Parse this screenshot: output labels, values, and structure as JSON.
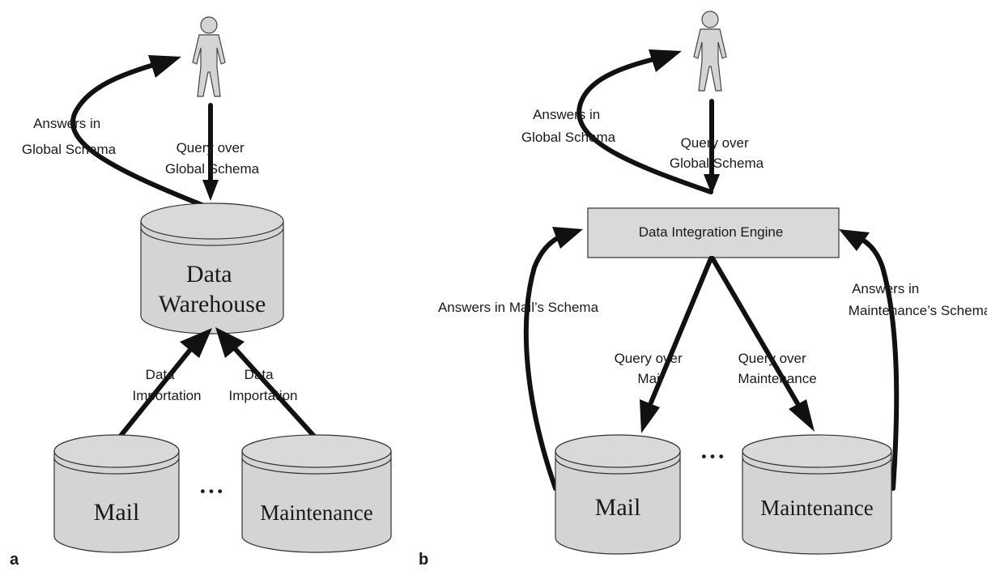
{
  "panel_a": {
    "label": "a",
    "answers_label": [
      "Answers  in",
      "Global Schema"
    ],
    "query_label": [
      "Query  over",
      "Global Schema"
    ],
    "warehouse_label": [
      "Data",
      "Warehouse"
    ],
    "import_left_label": [
      "Data",
      "Importation"
    ],
    "import_right_label": [
      "Data",
      "Importation"
    ],
    "source_left": "Mail",
    "source_right": "Maintenance",
    "ellipsis": "• • •"
  },
  "panel_b": {
    "label": "b",
    "answers_label": [
      "Answers  in",
      "Global Schema"
    ],
    "query_label": [
      "Query  over",
      "Global Schema"
    ],
    "engine_label": "Data Integration Engine",
    "answers_mail_label": "Answers in Mail’s Schema",
    "answers_maint_label": [
      "Answers in",
      "Maintenance’s Schema"
    ],
    "query_mail_label": [
      "Query over",
      "Mail"
    ],
    "query_maint_label": [
      "Query over",
      "Maintenance"
    ],
    "source_left": "Mail",
    "source_right": "Maintenance",
    "ellipsis": "• • •"
  }
}
